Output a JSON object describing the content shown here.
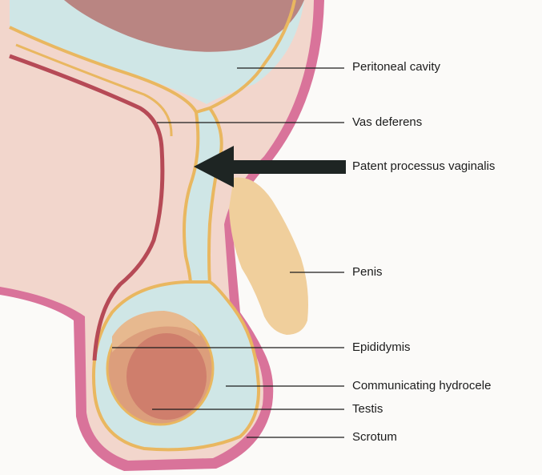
{
  "labels": {
    "peritoneal_cavity": "Peritoneal cavity",
    "vas_deferens": "Vas deferens",
    "patent_processus_vaginalis": "Patent processus vaginalis",
    "penis": "Penis",
    "epididymis": "Epididymis",
    "communicating_hydrocele": "Communicating hydrocele",
    "testis": "Testis",
    "scrotum": "Scrotum"
  },
  "colors": {
    "skin": "#f2d6cc",
    "skin_edge": "#d9739a",
    "fluid": "#cfe6e6",
    "tunica": "#e9b760",
    "vas": "#b64a56",
    "intestine": "#b98582",
    "penis": "#f0cf9c",
    "testis": "#cf7e6c",
    "epididymis": "#dc9e7c",
    "arrow": "#1e2523"
  }
}
